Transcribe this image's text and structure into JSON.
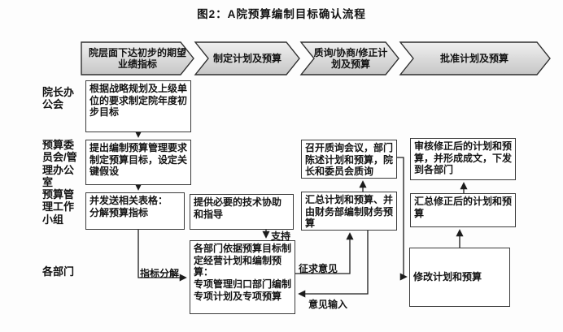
{
  "title": "图2：A院预算编制目标确认流程",
  "phases": [
    {
      "label": "院层面下达初步的期望\n业绩指标"
    },
    {
      "label": "制定计划及预算"
    },
    {
      "label": "质询/协商/修正计\n划及预算"
    },
    {
      "label": "批准计划及预算"
    }
  ],
  "lanes": [
    {
      "label": "院长办\n公会"
    },
    {
      "label": "预算委\n员会/管\n理办公\n室"
    },
    {
      "label": "预算管\n理工作\n小组"
    },
    {
      "label": "各部门"
    }
  ],
  "boxes": {
    "strategy": "根据战略规划及上级单位的要求制定院年度初步目标",
    "requirements": "提出编制预算管理要求制定预算目标，设定关键假设",
    "forms": "并发送相关表格：\n分解预算指标",
    "support": "提供必要的技术协助和指导",
    "dept_plan": "各部门依据预算目标制定经营计划和编制预算：\n专项管理归口部门编制专项计划及专项预算",
    "inquiry": "召开质询会议，部门陈述计划和预算，院长和委员会质询",
    "summary": "汇总计划和预算、并由财务部编制财务预算",
    "review": "审核修正后的计划和预算，并形成成文，下发到各部门",
    "summary_revised": "汇总修正后的计划和预算",
    "modify": "修改计划和预算"
  },
  "edge_labels": {
    "decompose": "指标分解",
    "support": "支持",
    "seek_opinion": "征求意见",
    "opinion_input": "意见输入"
  },
  "colors": {
    "chevron_top": "#f0f0f0",
    "chevron_bottom": "#c6c6c6",
    "border": "#2f2f2f",
    "text": "#121212"
  }
}
